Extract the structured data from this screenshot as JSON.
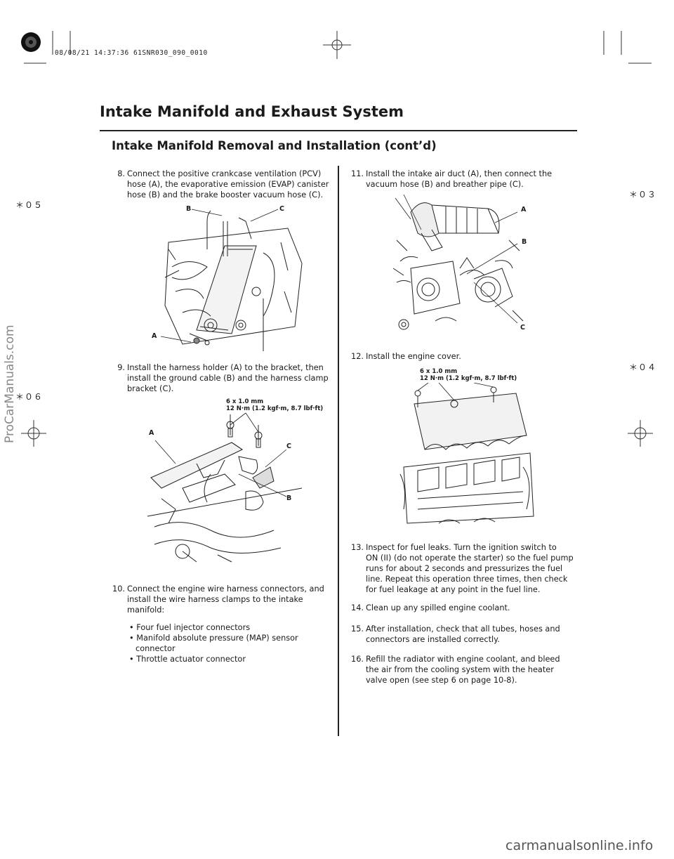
{
  "stamp": "08/08/21 14:37:36 61SNR030_090_0010",
  "markers": {
    "m05": "＊０５",
    "m03": "＊０３",
    "m04": "＊０４",
    "m06": "＊０６"
  },
  "title": "Intake Manifold and Exhaust System",
  "subtitle": "Intake Manifold Removal and Installation (cont’d)",
  "watermark": "ProCarManuals.com",
  "footer_watermark": "carmanualsonline.info",
  "steps": {
    "s8": {
      "num": "8.",
      "lines": [
        "Connect the positive crankcase ventilation (PCV)",
        "hose (A), the evaporative emission (EVAP) canister",
        "hose (B) and the brake booster vacuum hose (C)."
      ]
    },
    "s9": {
      "num": "9.",
      "lines": [
        "Install the harness holder (A) to the bracket, then",
        "install the ground cable (B) and the harness clamp",
        "bracket (C)."
      ]
    },
    "s10": {
      "num": "10.",
      "lines": [
        "Connect the engine wire harness connectors, and",
        "install the wire harness clamps to the intake",
        "manifold:"
      ],
      "bullets": [
        "• Four fuel injector connectors",
        "• Manifold absolute pressure (MAP) sensor",
        "connector",
        "• Throttle actuator connector"
      ]
    },
    "s11": {
      "num": "11.",
      "lines": [
        "Install the intake air duct (A), then connect the",
        "vacuum hose (B) and breather pipe (C)."
      ]
    },
    "s12": {
      "num": "12.",
      "lines": [
        "Install the engine cover."
      ]
    },
    "s13": {
      "num": "13.",
      "lines": [
        "Inspect for fuel leaks. Turn the ignition switch to",
        "ON (II) (do not operate the starter) so the fuel pump",
        "runs for about 2 seconds and pressurizes the fuel",
        "line. Repeat this operation three times, then check",
        "for fuel leakage at any point in the fuel line."
      ]
    },
    "s14": {
      "num": "14.",
      "lines": [
        "Clean up any spilled engine coolant."
      ]
    },
    "s15": {
      "num": "15.",
      "lines": [
        "After installation, check that all tubes, hoses and",
        "connectors are installed correctly."
      ]
    },
    "s16": {
      "num": "16.",
      "lines": [
        "Refill the radiator with engine coolant, and bleed",
        "the air from the cooling system with the heater",
        "valve open (see step 6 on page 10-8)."
      ]
    }
  },
  "callouts": {
    "fig9_spec": [
      "6 x 1.0 mm",
      "12 N·m (1.2 kgf·m, 8.7 lbf·ft)"
    ],
    "fig12_spec": [
      "6 x 1.0 mm",
      "12 N·m (1.2 kgf·m, 8.7 lbf·ft)"
    ]
  },
  "labels": {
    "fig8": {
      "A": "A",
      "B": "B",
      "C": "C"
    },
    "fig9": {
      "A": "A",
      "B": "B",
      "C": "C"
    },
    "fig11": {
      "A": "A",
      "B": "B",
      "C": "C"
    }
  }
}
